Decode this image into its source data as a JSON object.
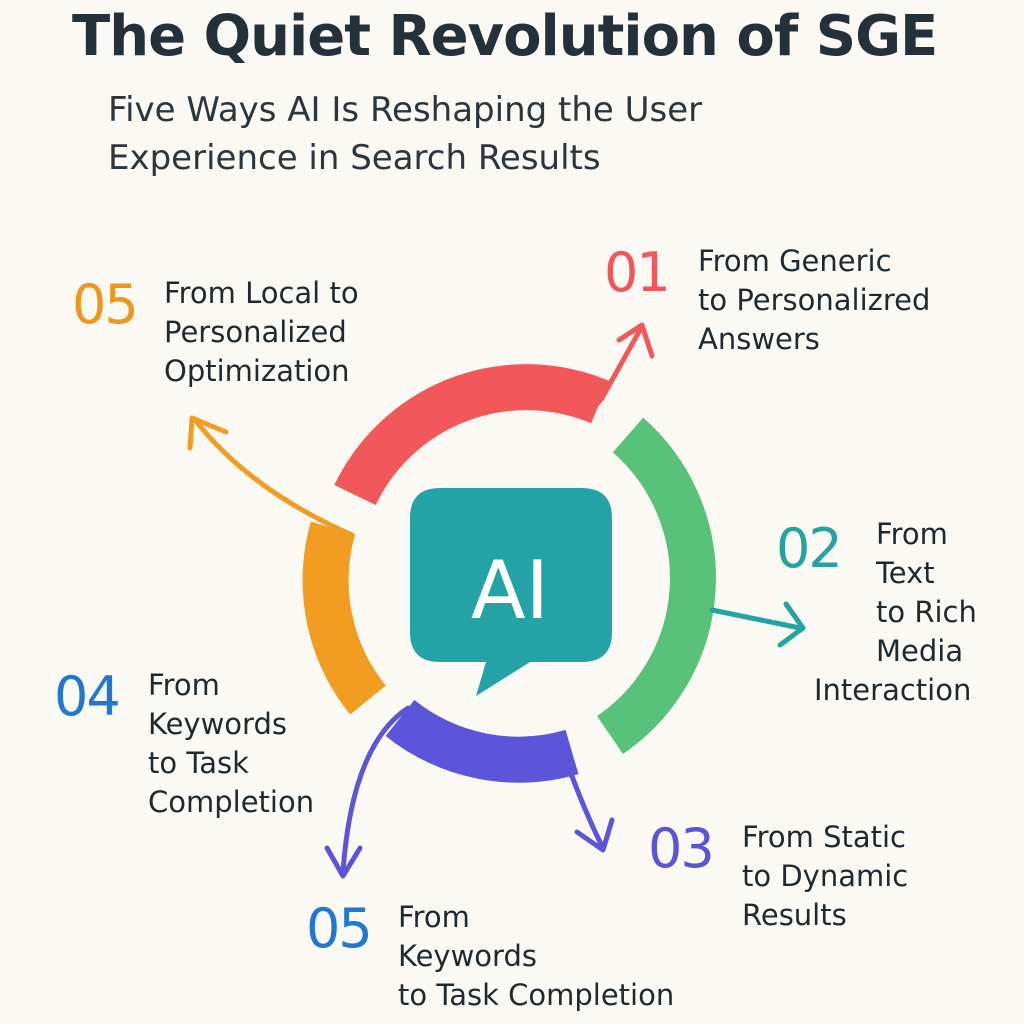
{
  "header": {
    "title": "The Quiet Revolution of SGE",
    "subtitle": "Five Ways AI Is Reshaping the User Experience in Search Results"
  },
  "center": {
    "label": "AI",
    "icon": "speech-bubble-icon",
    "color": "#23a3a6"
  },
  "items": [
    {
      "id": "generic",
      "number": "01",
      "label": "From Generic\nto Personalizred\nAnswers",
      "color": "#f0565a"
    },
    {
      "id": "rich-media",
      "number": "02",
      "label": "From\nText\nto Rich\nMedia\nInteraction",
      "color": "#24a3a3"
    },
    {
      "id": "dynamic",
      "number": "03",
      "label": "From Static\nto Dynamic\nResults",
      "color": "#5b55d6"
    },
    {
      "id": "keywords",
      "number": "04",
      "label": "From\nKeywords\nto Task\nCompletion",
      "color": "#1f78d4"
    },
    {
      "id": "keywords-task",
      "number": "05",
      "label": "From\nKeywords\nto Task Completion",
      "color": "#1f78d4"
    },
    {
      "id": "local",
      "number": "05",
      "label": "From Local to\nPersonalized\nOptimization",
      "color": "#f0961e"
    }
  ],
  "ring_colors": {
    "red": "#f2585a",
    "green": "#58c27a",
    "purple": "#5d55d9",
    "orange": "#f09d22"
  }
}
